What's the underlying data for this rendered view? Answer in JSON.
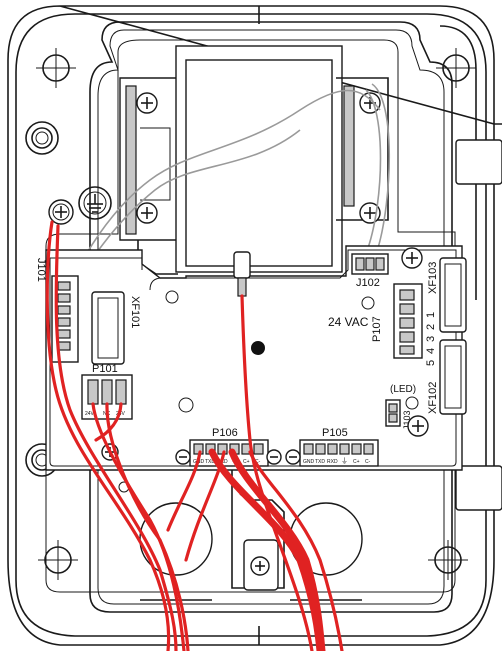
{
  "labels": {
    "j101": "J101",
    "xf101": "XF101",
    "p101": "P101",
    "p101_pins": [
      "24V",
      "NC",
      "24V"
    ],
    "j102": "J102",
    "xf103": "XF103",
    "xf102": "XF102",
    "p107": "P107",
    "p107_pins_top": [
      "1",
      "2",
      "3"
    ],
    "p107_pins_bottom": [
      "4",
      "5"
    ],
    "vac": "24 VAC",
    "led": "(LED)",
    "j103": "J103",
    "p106": "P106",
    "p105": "P105",
    "p106_pins": [
      "GND",
      "TXD",
      "RXD",
      "⏚",
      "C+",
      "C-"
    ],
    "p105_pins": [
      "GND",
      "TXD",
      "RXD",
      "⏚",
      "C+",
      "C-"
    ]
  },
  "colors": {
    "outline": "#1a1a1a",
    "wire_red": "#e02222",
    "wire_gray": "#9a9a9a",
    "fill_light": "#c8c8c8"
  },
  "icons": [
    "screw-icon",
    "ground-icon",
    "mounting-hole-icon"
  ]
}
